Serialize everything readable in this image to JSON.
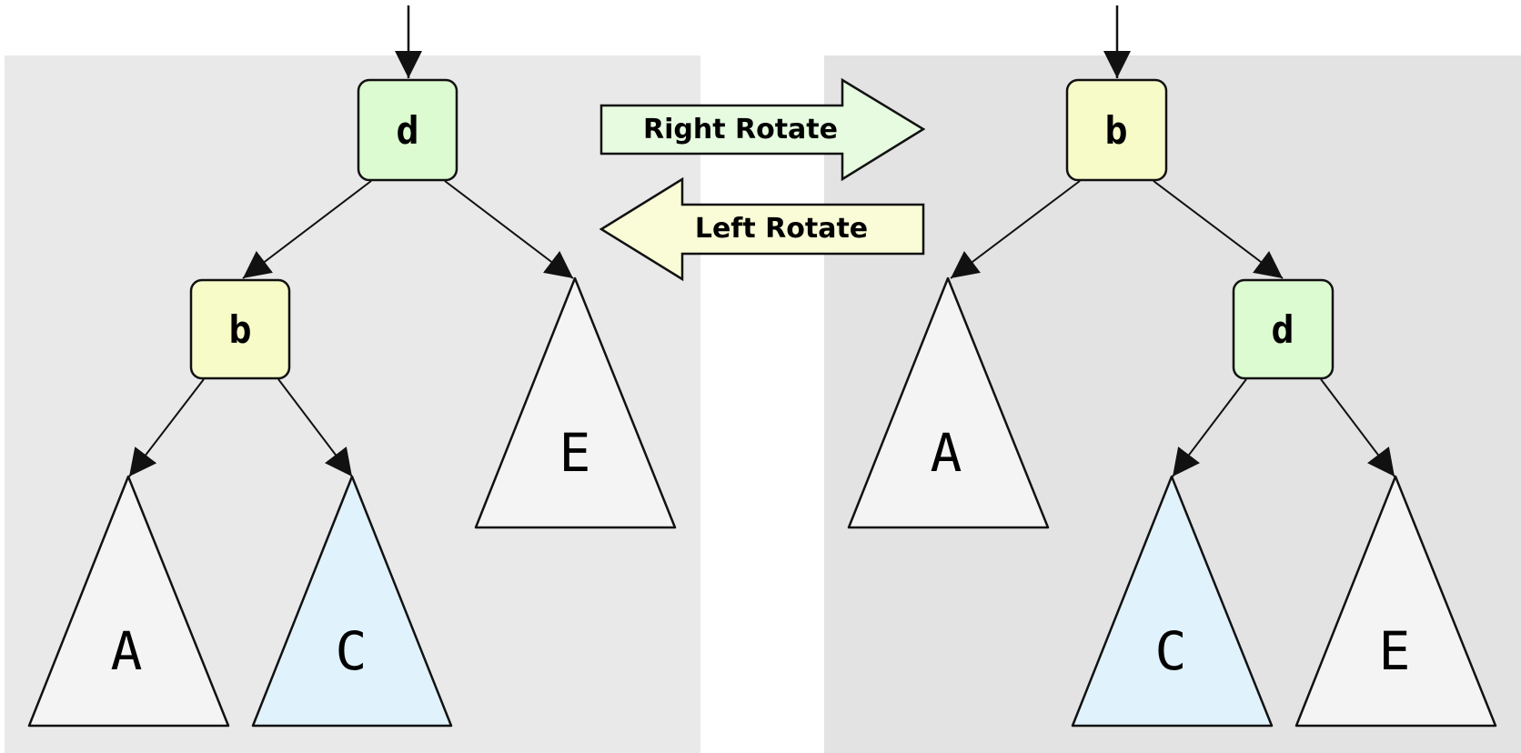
{
  "colors": {
    "panel_left": "#e9e9e9",
    "panel_right": "#e3e3e3",
    "node_green": "#dcfbd0",
    "node_yellow": "#f7fbc8",
    "subtree_gray": "#f4f4f4",
    "subtree_blue": "#e0f2fb",
    "arrow_right_fill": "#e6fbe0",
    "arrow_left_fill": "#f9fcd6",
    "stroke": "#111111"
  },
  "left_tree": {
    "root": "d",
    "child": "b",
    "subtrees": [
      "A",
      "C",
      "E"
    ]
  },
  "right_tree": {
    "root": "b",
    "child": "d",
    "subtrees": [
      "A",
      "C",
      "E"
    ]
  },
  "operations": {
    "right_rotate": "Right Rotate",
    "left_rotate": "Left Rotate"
  }
}
